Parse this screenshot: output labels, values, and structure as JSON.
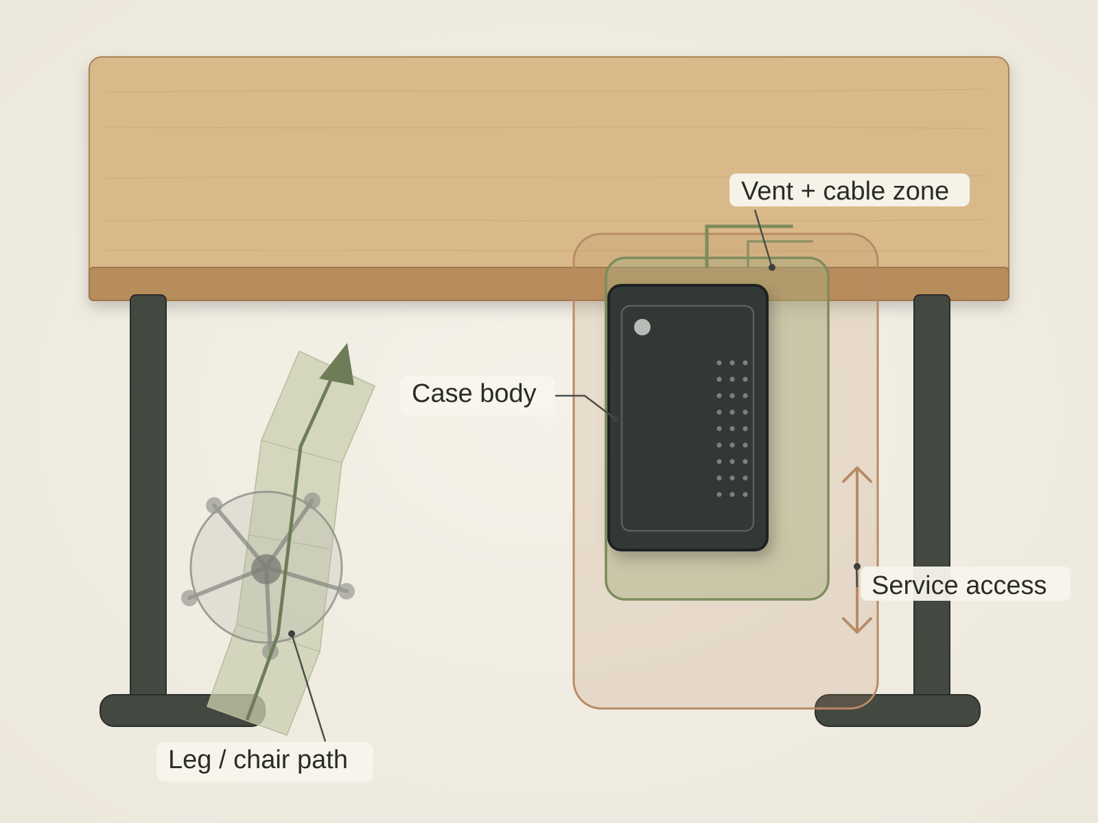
{
  "labels": {
    "vent_cable_zone": "Vent + cable zone",
    "case_body": "Case body",
    "service_access": "Service access",
    "leg_chair_path": "Leg / chair path"
  },
  "colors": {
    "background": "#f3efe6",
    "desk_top": "#d9b98a",
    "desk_edge": "#b88d5c",
    "desk_leg": "#434841",
    "case_body": "#313835",
    "case_border": "#454c48",
    "vent_zone": "#7d8c5c",
    "service_zone": "#b98a66",
    "path_band": "#c9cfb0",
    "path_arrow": "#6e7d58",
    "label_bg": "#f7f4ec",
    "leader_line": "#4a4d48"
  },
  "icons": {
    "chair": "office-chair-base-icon",
    "arrow": "path-arrow-icon",
    "service_arrows": "double-arrow-icon"
  }
}
